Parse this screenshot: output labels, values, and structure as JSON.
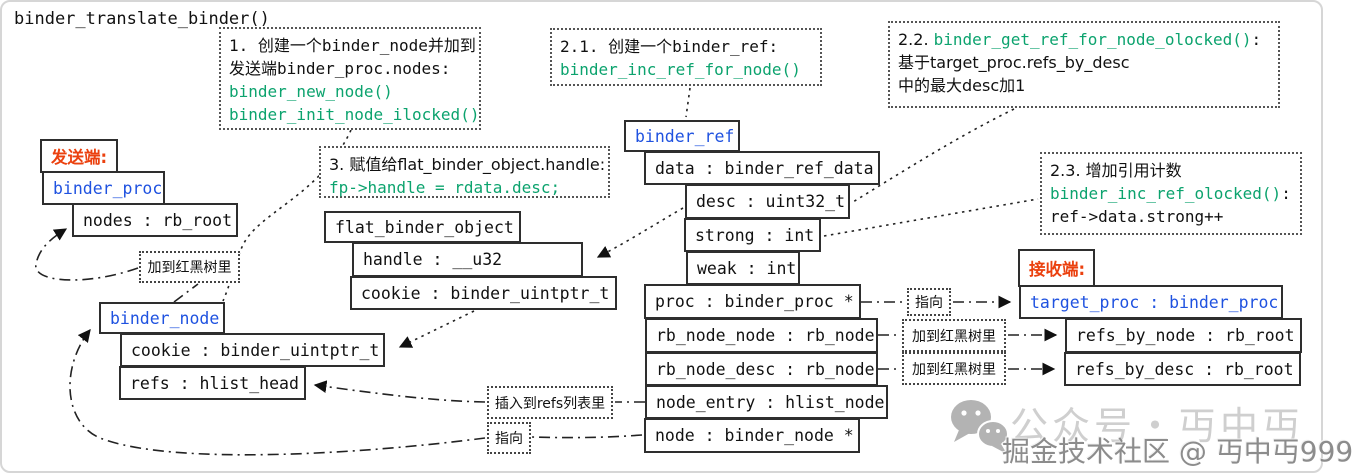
{
  "title": "binder_translate_binder()",
  "colors": {
    "green": "#0ca36e",
    "blue": "#1f52e0",
    "red": "#eb410f",
    "box_border": "#2e2e2e"
  },
  "annotations": {
    "step1": {
      "line1": "1. 创建一个binder_node并加到",
      "line2": "发送端binder_proc.nodes:",
      "code1": "binder_new_node()",
      "code2": "binder_init_node_ilocked()"
    },
    "step21": {
      "line1": "2.1. 创建一个binder_ref:",
      "code1": "binder_inc_ref_for_node()"
    },
    "step22": {
      "prefix": "2.2. ",
      "code": "binder_get_ref_for_node_olocked()",
      "colon": ":",
      "line2": "基于target_proc.refs_by_desc",
      "line3": "中的最大desc加1"
    },
    "step23": {
      "line1": "2.3. 增加引用计数",
      "code": "binder_inc_ref_olocked()",
      "colon": ":",
      "line3": "ref->data.strong++"
    },
    "step3": {
      "line1": "3. 赋值给flat_binder_object.handle:",
      "code1": "fp->handle = rdata.desc;"
    }
  },
  "sender": {
    "label": "发送端:",
    "struct_name": "binder_proc",
    "fields": [
      "nodes : rb_root"
    ]
  },
  "flat_binder_object": {
    "struct_name": "flat_binder_object",
    "fields": [
      "handle : __u32",
      "cookie : binder_uintptr_t"
    ]
  },
  "binder_node": {
    "struct_name": "binder_node",
    "fields": [
      "cookie : binder_uintptr_t",
      "refs : hlist_head"
    ]
  },
  "binder_ref": {
    "struct_name": "binder_ref",
    "fields": [
      "data : binder_ref_data",
      "desc : uint32_t",
      "strong : int",
      "weak : int",
      "proc : binder_proc *",
      "rb_node_node : rb_node",
      "rb_node_desc : rb_node",
      "node_entry : hlist_node",
      "node : binder_node *"
    ]
  },
  "receiver": {
    "label": "接收端:",
    "struct_name": "target_proc : binder_proc",
    "fields": [
      "refs_by_node : rb_root",
      "refs_by_desc : rb_root"
    ]
  },
  "edge_labels": {
    "add_rb_left": "加到红黑树里",
    "point_to_1": "指向",
    "add_rb_1": "加到红黑树里",
    "add_rb_2": "加到红黑树里",
    "insert_refs": "插入到refs列表里",
    "point_to_2": "指向"
  },
  "watermark": {
    "icon": "wechat-icon",
    "text1": "公众号・丏中丏",
    "text2": "掘金技术社区 @ 丏中丏999"
  }
}
